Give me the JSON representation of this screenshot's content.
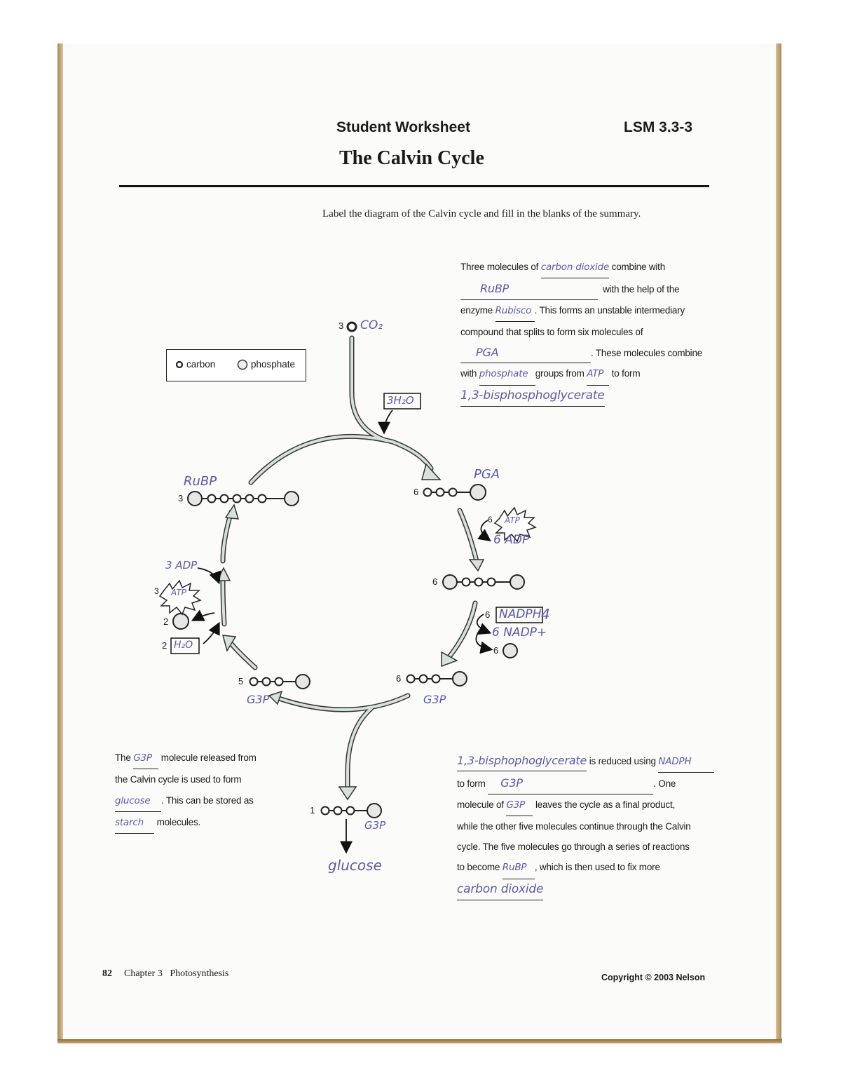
{
  "header": {
    "worksheet_label": "Student Worksheet",
    "code": "LSM 3.3-3",
    "title": "The Calvin Cycle",
    "instructions": "Label the diagram of the Calvin cycle and fill in the blanks of the summary."
  },
  "legend": {
    "carbon": "carbon",
    "phosphate": "phosphate"
  },
  "diagram": {
    "co2_count": "3",
    "co2_label": "CO₂",
    "h2o_box": "3H₂O",
    "pga_label": "PGA",
    "pga_count": "6",
    "atp_in_count": "6",
    "atp_in_label": "ATP",
    "adp_out": "6 ADP",
    "bpg_count": "6",
    "nadph_count": "6",
    "nadph_box": "NADPH",
    "nadph_suffix": "4",
    "nadp_out": "6 NADP+",
    "phosphate_out_count": "6",
    "g3p_count_right": "6",
    "g3p_label_right": "G3P",
    "g3p_count_left": "5",
    "g3p_label_left": "G3P",
    "rubp_count": "3",
    "rubp_label": "RuBP",
    "adp_left": "3 ADP",
    "atp_left_count": "3",
    "atp_left_label": "ATP",
    "phosphate_left_count": "2",
    "h2o_left_count": "2",
    "h2o_left_box": "H₂O",
    "g3p_out_count": "1",
    "g3p_out_label": "G3P",
    "glucose_label": "glucose"
  },
  "summary_top": {
    "s1": "Three molecules of",
    "a1": "carbon dioxide",
    "s2": "combine with",
    "a2": "RuBP",
    "s3": "with the help of the",
    "s4": "enzyme",
    "a3": "Rubisco",
    "s5": ". This forms an unstable intermediary",
    "s6": "compound that splits to form six molecules of",
    "a4": "PGA",
    "s7": ". These molecules combine",
    "s8": "with",
    "a5": "phosphate",
    "s9": "groups from",
    "a6": "ATP",
    "s10": "to form",
    "a7": "1,3-bisphosphoglycerate"
  },
  "summary_left": {
    "s1": "The",
    "a1": "G3P",
    "s2": "molecule  released from",
    "s3": "the Calvin cycle is used to form",
    "a2": "glucose",
    "s4": ". This can be stored as",
    "a3": "starch",
    "s5": "molecules."
  },
  "summary_right": {
    "a1": "1,3-bisphophoglycerate",
    "s1": "is reduced using",
    "a2": "NADPH",
    "s2": "to form",
    "a3": "G3P",
    "s3": ". One",
    "s4": "molecule of",
    "a4": "G3P",
    "s5": "leaves the cycle as a final product,",
    "s6": "while the other five molecules continue through the Calvin",
    "s7": "cycle. The five molecules go through a series of reactions",
    "s8": "to become",
    "a5": "RuBP",
    "s9": ", which is then used to fix more",
    "a6": "carbon dioxide"
  },
  "footer": {
    "page": "82",
    "chapter": "Chapter 3   Photosynthesis",
    "copyright": "Copyright © 2003 Nelson"
  }
}
